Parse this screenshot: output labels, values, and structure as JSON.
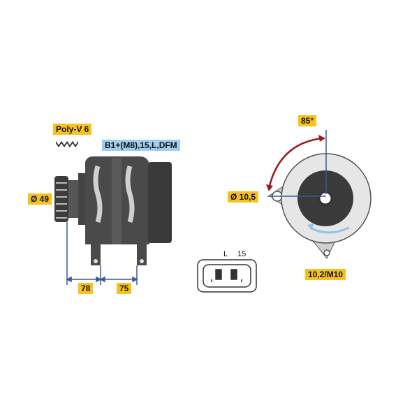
{
  "labels": {
    "belt": "Poly-V 6",
    "terminals": "B1+(M8),15,L,DFM",
    "pulley_diameter": "Ø 49",
    "dim_front": "78",
    "dim_rear": "75",
    "angle": "85°",
    "hole_diameter": "Ø 10,5",
    "mount_thread": "10,2/M10",
    "connector_pin_l": "L",
    "connector_pin_15": "15"
  },
  "colors": {
    "label_yellow": "#f7c21a",
    "label_blue": "#9fcff0",
    "dimension_line": "#3a5a9a",
    "angle_arc": "#9b1a1a",
    "rotation_arrow": "#8fc4ec",
    "housing_dark": "#4a4a4a",
    "housing_light": "#cfcfcf"
  },
  "icons": [
    "poly-v-belt-icon",
    "alternator-side-view",
    "alternator-end-view",
    "connector-plug-icon",
    "rotation-arrow-icon"
  ]
}
